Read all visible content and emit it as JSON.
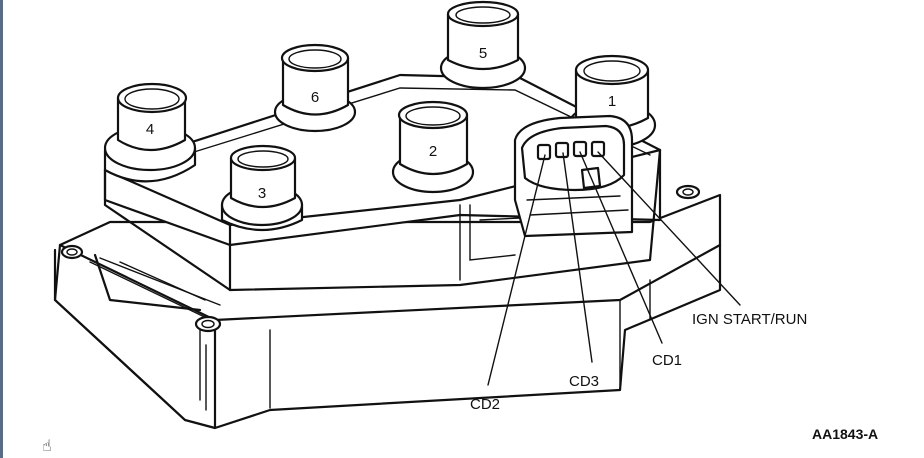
{
  "towers": [
    {
      "id": "tower-4",
      "label": "4"
    },
    {
      "id": "tower-6",
      "label": "6"
    },
    {
      "id": "tower-5",
      "label": "5"
    },
    {
      "id": "tower-1",
      "label": "1"
    },
    {
      "id": "tower-2",
      "label": "2"
    },
    {
      "id": "tower-3",
      "label": "3"
    }
  ],
  "connector_labels": {
    "cd2": "CD2",
    "cd3": "CD3",
    "cd1": "CD1",
    "ign": "IGN START/RUN"
  },
  "figure_id": "AA1843-A",
  "icons": {
    "cursor": "hand-pointer-icon"
  }
}
